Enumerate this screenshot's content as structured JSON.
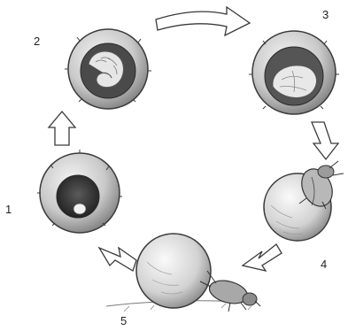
{
  "stage_labels": [
    "1",
    "2",
    "3",
    "4",
    "5"
  ],
  "colors": {
    "ink": "#3a3a3a",
    "shell": "#d9d9d9",
    "shell_dark": "#8e8e8e",
    "cavity": "#2e2e2e",
    "larva": "#e8e8e8",
    "arrow_fill": "#ffffff"
  }
}
